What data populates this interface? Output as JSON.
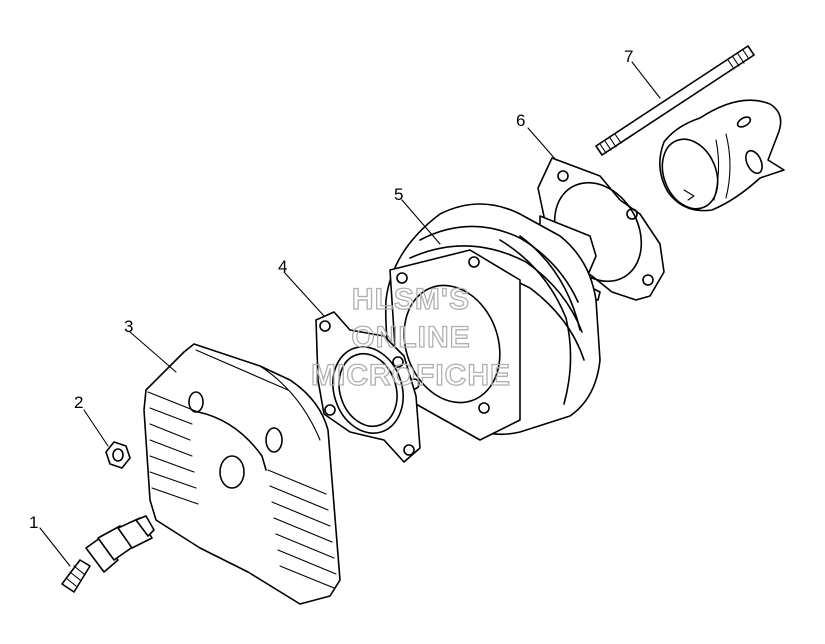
{
  "callouts": [
    {
      "id": "1",
      "label": "1"
    },
    {
      "id": "2",
      "label": "2"
    },
    {
      "id": "3",
      "label": "3"
    },
    {
      "id": "4",
      "label": "4"
    },
    {
      "id": "5",
      "label": "5"
    },
    {
      "id": "6",
      "label": "6"
    },
    {
      "id": "7",
      "label": "7"
    }
  ],
  "watermark": {
    "line1": "HLSM'S",
    "line2": "ONLINE",
    "line3": "MICROFICHE"
  },
  "parts": [
    "spark-plug-icon",
    "nut-icon",
    "cylinder-head-icon",
    "head-gasket-icon",
    "cylinder-icon",
    "base-gasket-icon",
    "stud-bolt-icon",
    "piston-icon"
  ]
}
